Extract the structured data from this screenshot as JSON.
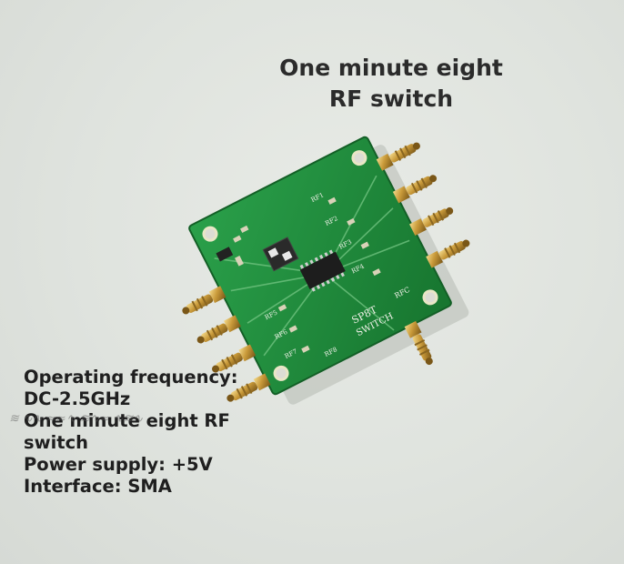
{
  "title": {
    "line1": "One minute eight",
    "line2": "RF switch"
  },
  "specs": [
    "Operating frequency:",
    "DC-2.5GHz",
    "One minute eight RF",
    "switch",
    "Power supply: +5V",
    "Interface: SMA"
  ],
  "board": {
    "silkscreen": {
      "port_labels": [
        "RF1",
        "RF2",
        "RF3",
        "RF4",
        "RF5",
        "RF6",
        "RF7",
        "RF8"
      ],
      "common_port": "RFC",
      "model_line1": "SP8T",
      "model_line2": "SWITCH"
    },
    "colors": {
      "pcb": "#1f8a3c",
      "sma_gold": "#c99a3a"
    }
  },
  "icons": {
    "watermark": "watermark-icon",
    "mounting_hole": "mounting-hole-icon",
    "sma_connector": "sma-connector-icon"
  }
}
